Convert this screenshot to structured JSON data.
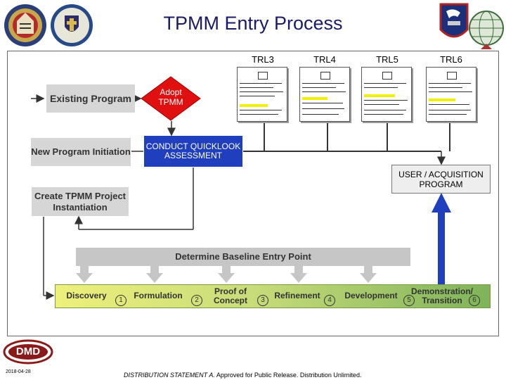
{
  "header": {
    "title": "TPMM Entry Process",
    "logos": [
      "seal-left-icon",
      "seal-right-icon",
      "eagle-shield-icon",
      "globe-emblem-icon"
    ]
  },
  "trl_labels": [
    "TRL3",
    "TRL4",
    "TRL5",
    "TRL6"
  ],
  "flow": {
    "existing_program": "Existing Program",
    "adopt_tpmm": "Adopt TPMM",
    "new_program": "New Program Initiation",
    "conduct_quicklook": "CONDUCT QUICKLOOK ASSESSMENT",
    "user_acquisition": "USER / ACQUISITION PROGRAM",
    "create_project": "Create TPMM Project Instantiation",
    "baseline": "Determine Baseline Entry Point"
  },
  "phases": [
    {
      "label": "Discovery",
      "num": "1"
    },
    {
      "label": "Formulation",
      "num": "2"
    },
    {
      "label": "Proof of Concept",
      "num": "3"
    },
    {
      "label": "Refinement",
      "num": "4"
    },
    {
      "label": "Development",
      "num": "5"
    },
    {
      "label": "Demonstration/ Transition",
      "num": "6"
    }
  ],
  "footer": {
    "logo_text": "DMD",
    "date": "2018-04-28",
    "distribution_label": "DISTRIBUTION STATEMENT A.",
    "distribution_text": " Approved for Public Release. Distribution Unlimited."
  },
  "colors": {
    "title": "#1a1a66",
    "quicklook_bg": "#1f3fbf",
    "adopt_bg": "#e01010",
    "arrow_blue": "#1f3fbf",
    "phase_start": "#eef07a",
    "phase_end": "#7fb35a"
  }
}
